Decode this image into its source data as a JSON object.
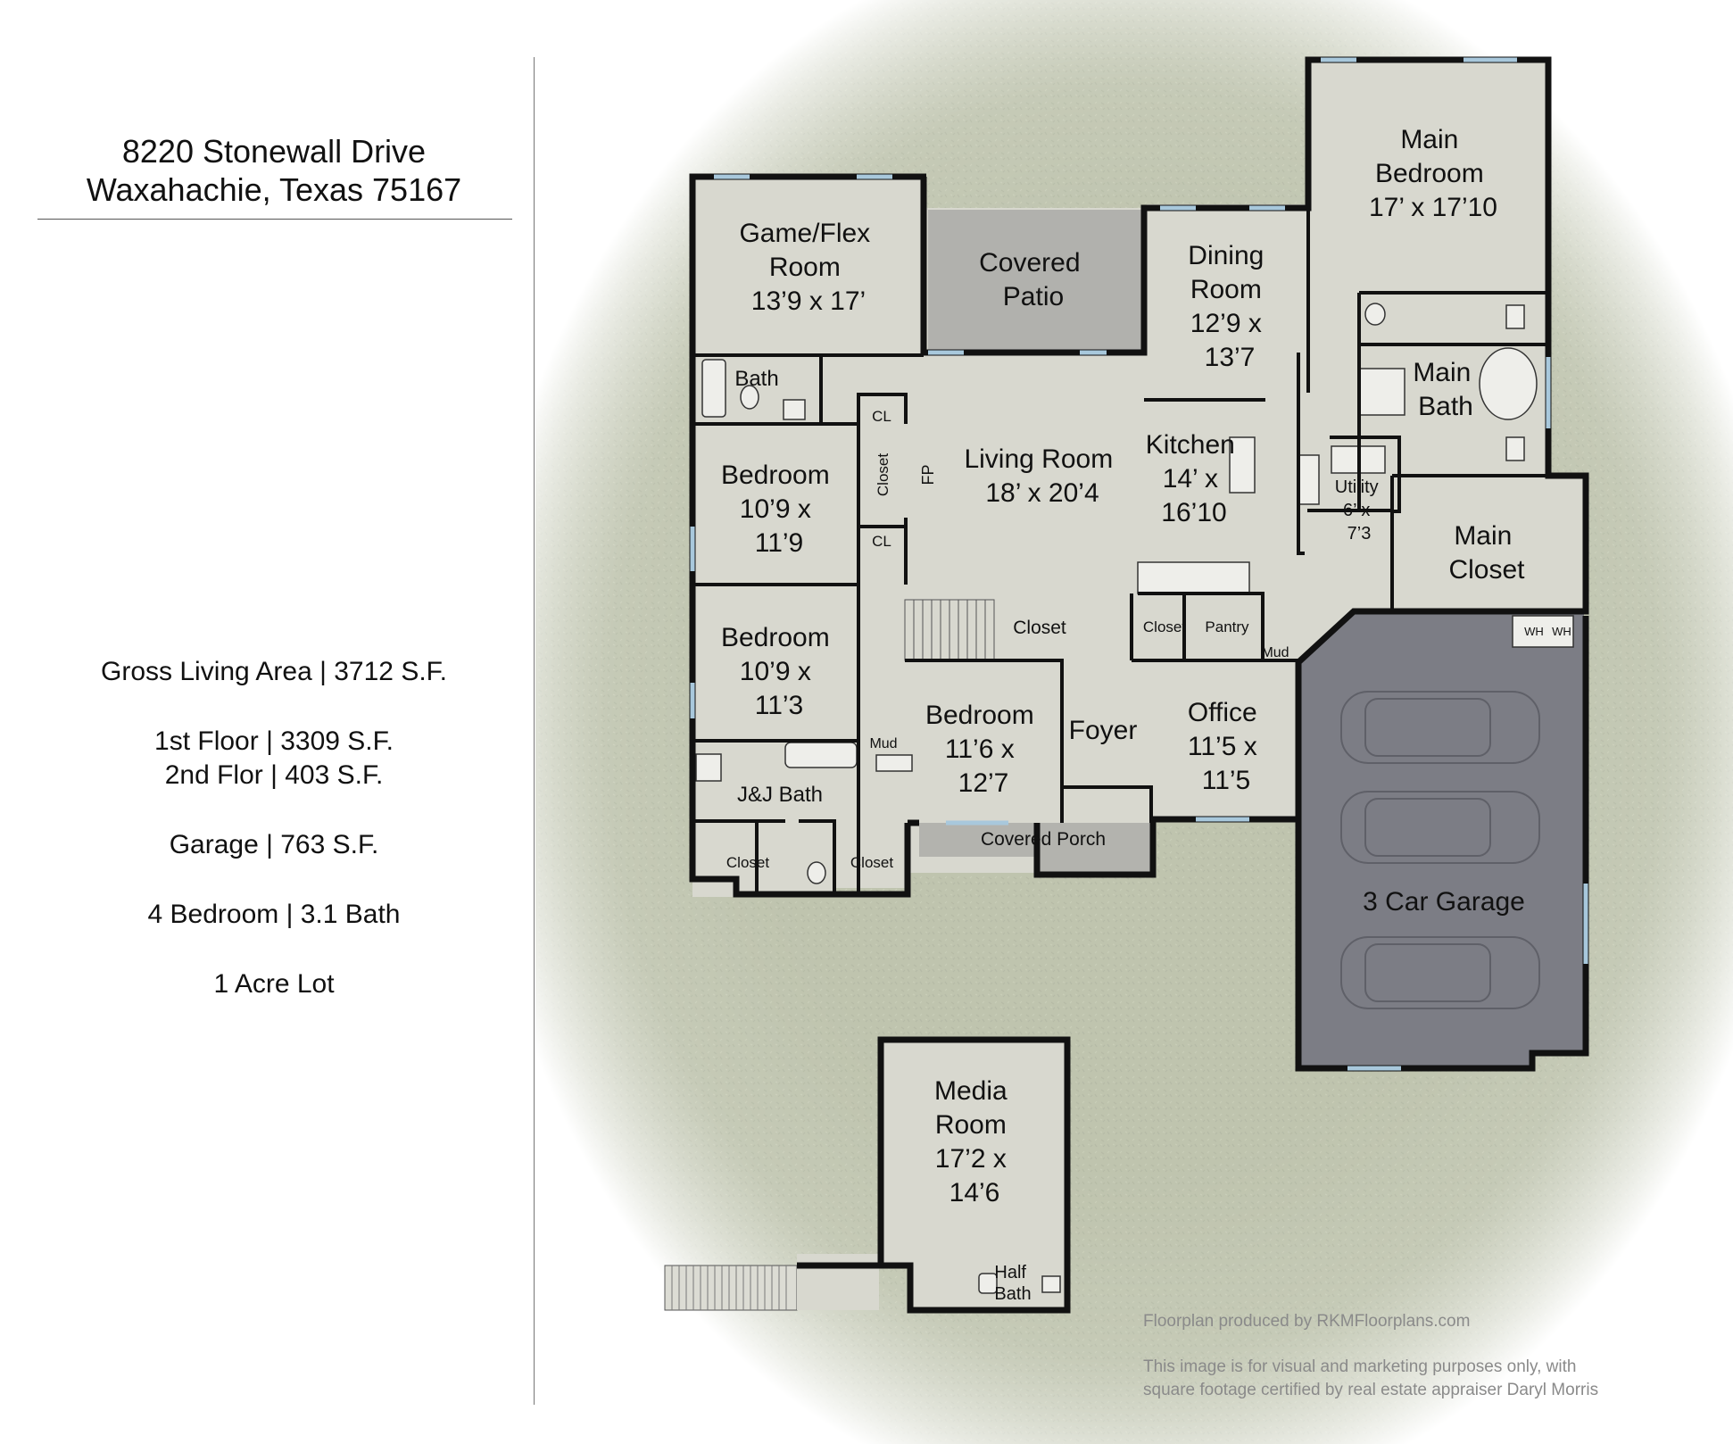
{
  "address": {
    "line1": "8220 Stonewall Drive",
    "line2": "Waxahachie, Texas 75167"
  },
  "stats": [
    "Gross Living Area | 3712 S.F.",
    "1st Floor | 3309 S.F.",
    "2nd Flor | 403 S.F.",
    "Garage | 763 S.F.",
    "4 Bedroom | 3.1 Bath",
    "1 Acre Lot"
  ],
  "rooms": {
    "game_flex": [
      "Game/Flex",
      "Room",
      "13’9 x 17’"
    ],
    "covered_patio": [
      "Covered",
      "Patio"
    ],
    "dining": [
      "Dining",
      "Room",
      "12’9 x",
      "13’7"
    ],
    "main_bedroom": [
      "Main",
      "Bedroom",
      "17’ x 17’10"
    ],
    "bath_upper": "Bath",
    "cl_top": "CL",
    "cl_bottom": "CL",
    "closet_vertical": "Closet",
    "fp": "FP",
    "bedroom_a": [
      "Bedroom",
      "10’9 x",
      "11’9"
    ],
    "living": [
      "Living Room",
      "18’ x 20’4"
    ],
    "kitchen": [
      "Kitchen",
      "14’ x",
      "16’10"
    ],
    "main_bath": [
      "Main",
      "Bath"
    ],
    "utility": [
      "Utility",
      "6’ x",
      "7’3"
    ],
    "main_closet": [
      "Main",
      "Closet"
    ],
    "bedroom_b": [
      "Bedroom",
      "10’9 x",
      "11’3"
    ],
    "stair_closet": "Closet",
    "closet_pantry": "Closet",
    "pantry": "Pantry",
    "mud_kitchen": "Mud",
    "wh1": "WH",
    "wh2": "WH",
    "bedroom_c": [
      "Bedroom",
      "11’6 x",
      "12’7"
    ],
    "foyer": "Foyer",
    "office": [
      "Office",
      "11’5 x",
      "11’5"
    ],
    "mud_hall": "Mud",
    "jj_bath": "J&J Bath",
    "closet_left": "Closet",
    "closet_right": "Closet",
    "covered_porch": "Covered Porch",
    "garage": "3 Car Garage",
    "media": [
      "Media",
      "Room",
      "17’2 x",
      "14’6"
    ],
    "half_bath": [
      "Half",
      "Bath"
    ]
  },
  "credits": {
    "producer": "Floorplan produced by RKMFloorplans.com",
    "disclaimer_line1": "This image is for visual and marketing purposes only, with",
    "disclaimer_line2": "square footage certified by real estate appraiser Daryl Morris"
  },
  "colors": {
    "grass": "#8d9670",
    "floor": "#d8d8cf",
    "patio": "#b1b1ad",
    "garage": "#7c7d85",
    "wall": "#111111",
    "window": "#a8c8dc",
    "credit_text": "#8a8a8a"
  }
}
